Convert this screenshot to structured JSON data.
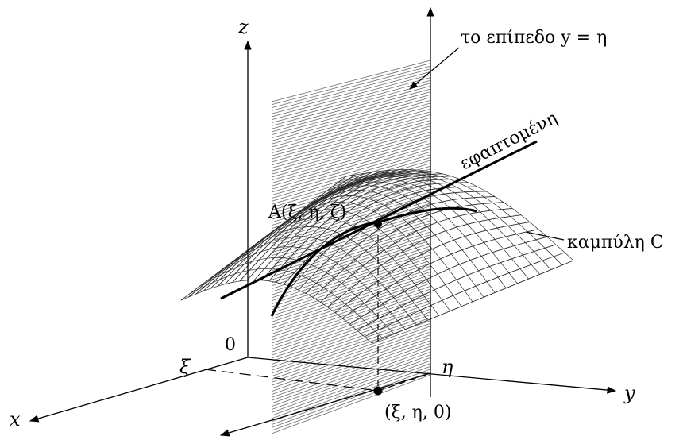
{
  "labels": {
    "axis_z": "z",
    "axis_x": "x",
    "axis_y": "y",
    "origin": "0",
    "xi": "ξ",
    "eta": "η",
    "plane": "το επίπεδο y = η",
    "tangent": "εφαπτομένη",
    "point_A": "A(ξ, η, ζ)",
    "curve": "καμπύλη C",
    "foot": "(ξ, η, 0)"
  }
}
